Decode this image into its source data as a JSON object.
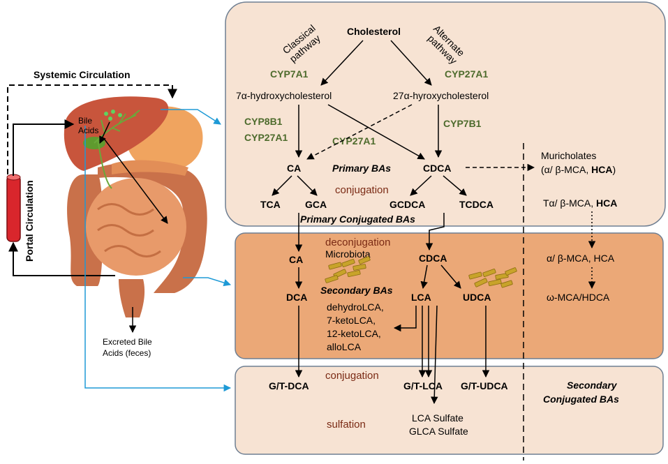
{
  "labels": {
    "systemic": "Systemic Circulation",
    "portal": "Portal Circulation",
    "bile_acids_1": "Bile",
    "bile_acids_2": "Acids",
    "excreted_1": "Excreted Bile",
    "excreted_2": "Acids (feces)",
    "classical_1": "Classical",
    "classical_2": "pathway",
    "alternate_1": "Alternate",
    "alternate_2": "pathway",
    "cholesterol": "Cholesterol",
    "hydroxy7": "7α-hydroxycholesterol",
    "hydroxy27": "27α-hyroxycholesterol",
    "cyp7a1": "CYP7A1",
    "cyp27a1_top": "CYP27A1",
    "cyp8b1": "CYP8B1",
    "cyp27a1_left": "CYP27A1",
    "cyp27a1_mid": "CYP27A1",
    "cyp7b1": "CYP7B1",
    "ca": "CA",
    "primary_bas": "Primary BAs",
    "cdca": "CDCA",
    "muricholates_1": "Muricholates",
    "muricholates_2a": "(α/ β-MCA, ",
    "muricholates_2b": "HCA",
    "muricholates_2c": ")",
    "conjugation_top": "conjugation",
    "tca": "TCA",
    "gca": "GCA",
    "gcdca": "GCDCA",
    "tcdca": "TCDCA",
    "tmca_a": "Tα/ β-MCA, ",
    "tmca_b": "HCA",
    "primary_conj": "Primary Conjugated BAs",
    "deconjugation": "deconjugation",
    "microbiota": "Microbiota",
    "ca2": "CA",
    "cdca2": "CDCA",
    "mca_hca": "α/ β-MCA, HCA",
    "dca": "DCA",
    "secondary_bas": "Secondary BAs",
    "lca": "LCA",
    "udca": "UDCA",
    "omega": "ω-MCA/HDCA",
    "dehydro": "dehydroLCA,",
    "keto7": "7-ketoLCA,",
    "keto12": "12-ketoLCA,",
    "allo": "alloLCA",
    "conjugation_bottom": "conjugation",
    "gtdca": "G/T-DCA",
    "gtlca": "G/T-LCA",
    "gtudca": "G/T-UDCA",
    "sec_conj_1": "Secondary",
    "sec_conj_2": "Conjugated BAs",
    "sulfation": "sulfation",
    "lca_sulfate": "LCA Sulfate",
    "glca_sulfate": "GLCA Sulfate"
  }
}
